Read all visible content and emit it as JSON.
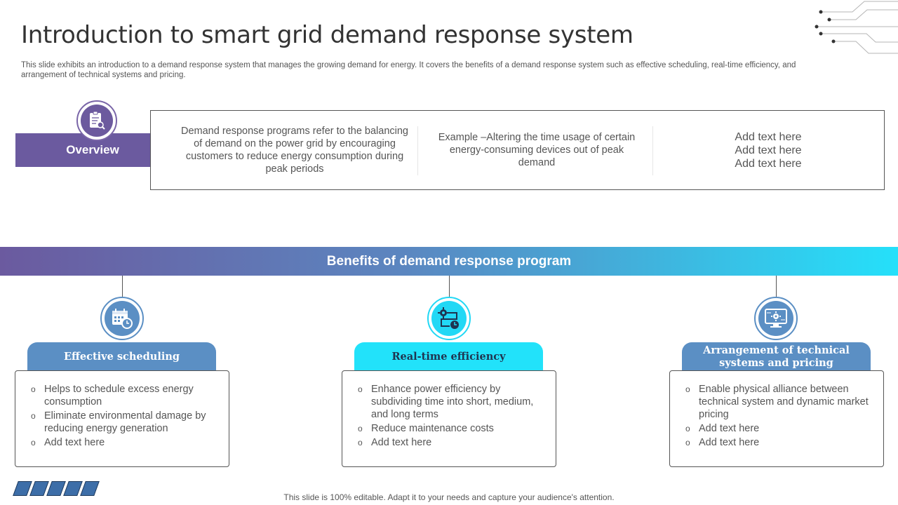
{
  "header": {
    "title": "Introduction to smart grid demand response system",
    "subtitle": "This slide exhibits an introduction to a demand response system that manages the growing demand for energy. It covers the benefits of a demand response system such as effective scheduling, real-time efficiency, and arrangement of technical systems and pricing."
  },
  "overview": {
    "label": "Overview",
    "icon": "clipboard-search-icon",
    "columns": [
      "Demand response programs refer to the balancing of demand on the power grid by encouraging customers to reduce energy consumption during peak periods",
      "Example –Altering the time usage of certain energy-consuming devices out of peak demand",
      "Add text here\nAdd text here\nAdd text here"
    ]
  },
  "benefits": {
    "title": "Benefits of demand response program",
    "cards": [
      {
        "title": "Effective scheduling",
        "icon": "calendar-clock-icon",
        "items": [
          "Helps to schedule excess energy consumption",
          "Eliminate environmental damage by reducing energy generation",
          "Add text here"
        ]
      },
      {
        "title": "Real-time efficiency",
        "icon": "gear-clock-icon",
        "items": [
          "Enhance power efficiency by subdividing time into short, medium, and long terms",
          "Reduce maintenance costs",
          "Add text here"
        ]
      },
      {
        "title": "Arrangement of technical systems and pricing",
        "icon": "monitor-gear-icon",
        "items": [
          "Enable physical alliance between technical system and dynamic market pricing",
          "Add text here",
          "Add text here"
        ]
      }
    ]
  },
  "footer": {
    "text": "This slide is 100% editable. Adapt it to your needs and capture your audience's attention."
  },
  "colors": {
    "purple": "#6b5a9f",
    "blue": "#5b8fc4",
    "cyan": "#22e2fa"
  }
}
